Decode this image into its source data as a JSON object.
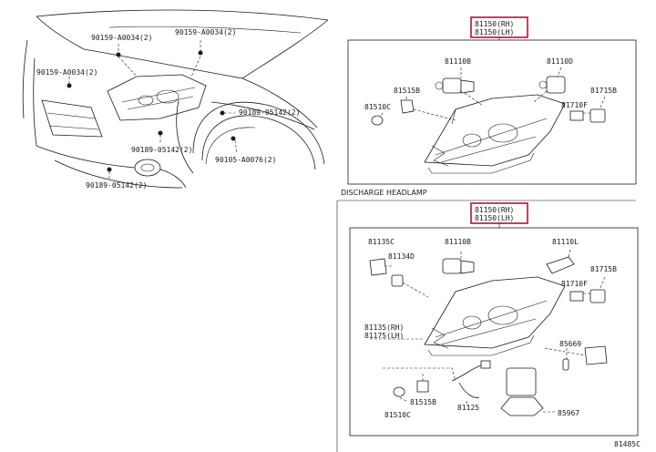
{
  "car_callouts": [
    {
      "id": "c1",
      "text": "90159-A0034(2)"
    },
    {
      "id": "c2",
      "text": "90159-A0034(2)"
    },
    {
      "id": "c3",
      "text": "90159-A0034(2)"
    },
    {
      "id": "c4",
      "text": "90189-05142(2)"
    },
    {
      "id": "c5",
      "text": "90189-05142(2)"
    },
    {
      "id": "c6",
      "text": "90105-A0076(2)"
    },
    {
      "id": "c7",
      "text": "90189-05142(2)"
    }
  ],
  "top_panel": {
    "assembly_rh": "81150(RH)",
    "assembly_lh": "81150(LH)",
    "parts": {
      "p81110b": "81110B",
      "p81110d": "81110D",
      "p81515b": "81515B",
      "p81510c": "81510C",
      "p81715b": "81715B",
      "p81710f": "81710F"
    }
  },
  "discharge_section": {
    "title": "DISCHARGE HEADLAMP",
    "assembly_rh": "81150(RH)",
    "assembly_lh": "81150(LH)",
    "parts": {
      "p81135c": "81135C",
      "p81134d": "81134D",
      "p81110b": "81110B",
      "p81110l": "81110L",
      "p81715b": "81715B",
      "p81710f": "81710F",
      "p81135rh": "81135(RH)",
      "p81175lh": "81175(LH)",
      "p85669": "85669",
      "p81515b": "81515B",
      "p81125": "81125",
      "p81510c": "81510C",
      "p85967": "85967"
    }
  },
  "figure_code": "81485C"
}
